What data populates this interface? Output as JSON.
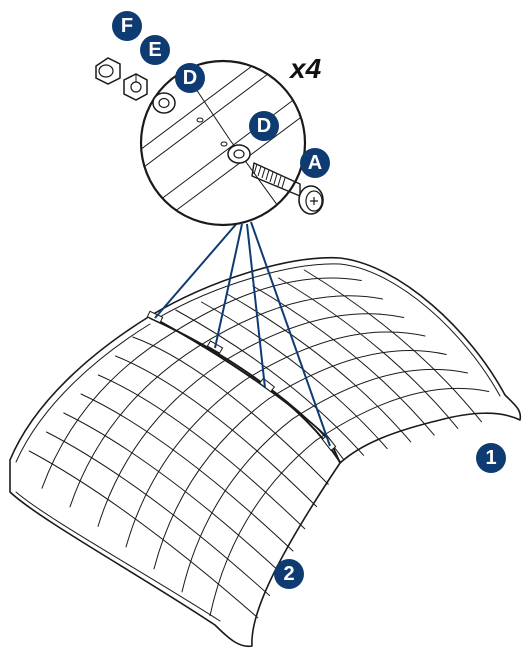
{
  "callouts": {
    "a": "A",
    "d_inner": "D",
    "d_outer": "D",
    "e": "E",
    "f": "F",
    "part_1": "1",
    "part_2": "2"
  },
  "quantity_label": "x4",
  "colors": {
    "badge": "#0f3b73",
    "leader": "#0f3b73",
    "outline": "#1a1a1a"
  },
  "icons": [
    "bolt-icon",
    "washer-icon",
    "nut-icon",
    "cap-nut-icon"
  ]
}
